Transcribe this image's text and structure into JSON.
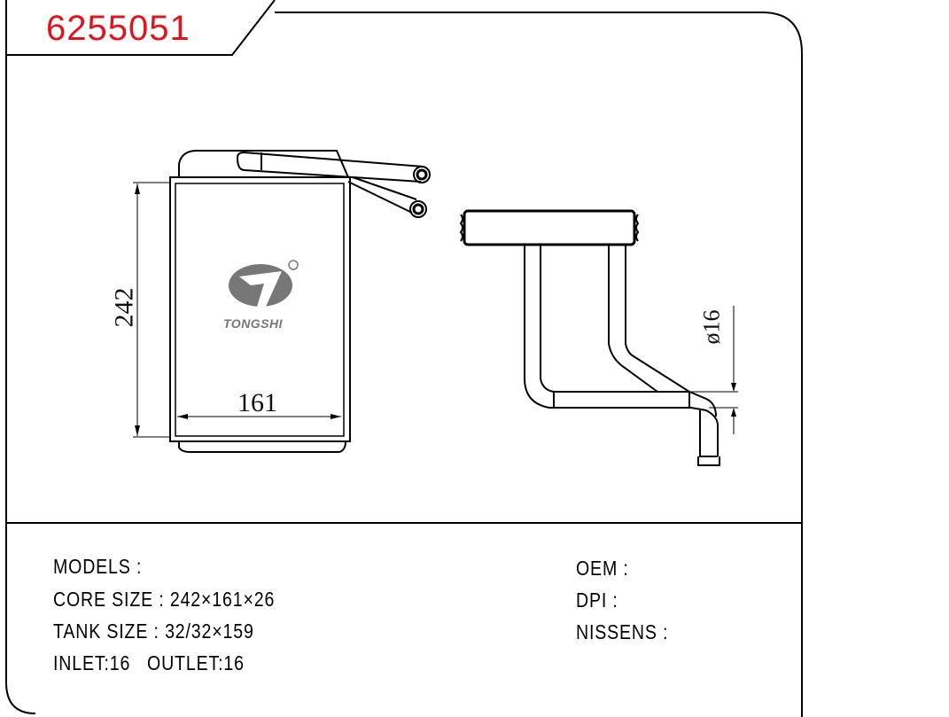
{
  "part_number": "6255051",
  "drawing": {
    "logo_text": "TONGSHI",
    "dim_height": "242",
    "dim_width": "161",
    "dim_pipe": "ø16"
  },
  "specs": {
    "models": "MODELS :",
    "core_size": "CORE SIZE : 242×161×26",
    "tank_size": "TANK SIZE : 32/32×159",
    "inlet_outlet": "INLET:16   OUTLET:16",
    "oem": "OEM :",
    "dpi": "DPI :",
    "nissens": "NISSENS :"
  },
  "colors": {
    "part_number": "#e0141c"
  }
}
